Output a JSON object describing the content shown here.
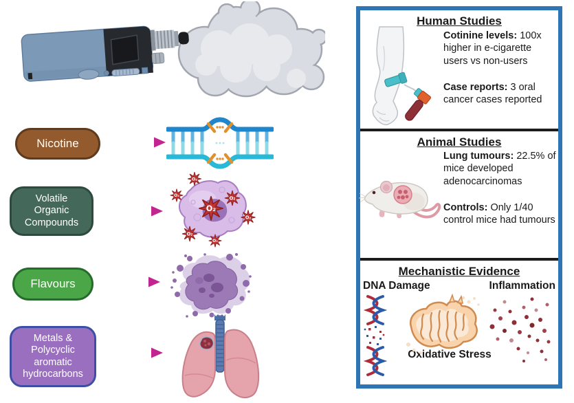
{
  "exposures": {
    "nicotine": {
      "label": "Nicotine"
    },
    "voc": {
      "label": "Volatile Organic Compounds"
    },
    "flavours": {
      "label": "Flavours"
    },
    "metals": {
      "label": "Metals & Polycyclic aromatic hydrocarbons"
    }
  },
  "radical_label": "O₂",
  "panel": {
    "human": {
      "title": "Human Studies",
      "items": [
        {
          "label": "Cotinine levels:",
          "text": " 100x higher in e-cigarette users vs non-users"
        },
        {
          "label": "Case reports:",
          "text": " 3 oral cancer cases reported"
        }
      ]
    },
    "animal": {
      "title": "Animal Studies",
      "items": [
        {
          "label": "Lung tumours:",
          "text": " 22.5% of mice developed adenocarcinomas"
        },
        {
          "label": "Controls:",
          "text": " Only 1/40 control mice had tumours"
        }
      ]
    },
    "mechanistic": {
      "title": "Mechanistic Evidence",
      "dna_label": "DNA Damage",
      "inflammation_label": "Inflammation",
      "oxidative_label": "Oxidative Stress"
    }
  },
  "colors": {
    "panel_border": "#2E75B6",
    "section_divider": "#1C1C1C",
    "arrow": "#C2258F",
    "nicotine_fill": "#935A2D",
    "nicotine_border": "#5E3A1E",
    "voc_fill": "#44685A",
    "voc_border": "#2C4A3E",
    "flavours_fill": "#4AA647",
    "flavours_border": "#256B2B",
    "metals_fill": "#9A6FC0",
    "metals_border": "#3D4FA5",
    "vape_body": "#7D99B8",
    "dna_strand_top": "#1F86CC",
    "dna_strand_bottom": "#29B9D6",
    "dna_break": "#E0912F",
    "radical_red": "#C23434",
    "lung_pink": "#E5A3AC",
    "trachea_blue": "#5C7CB0"
  }
}
